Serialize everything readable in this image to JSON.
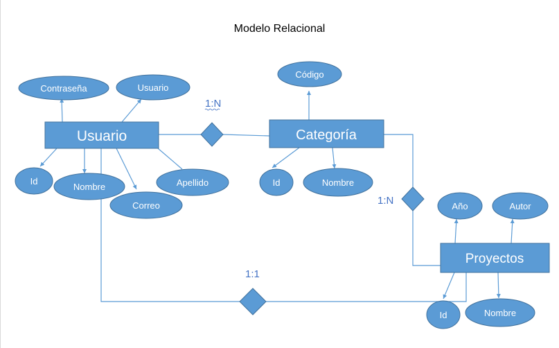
{
  "title": "Modelo Relacional",
  "colors": {
    "fill": "#5b9bd5",
    "stroke": "#41719c",
    "line": "#5b9bd5",
    "text": "#ffffff",
    "relation_label": "#4472c4"
  },
  "entities": {
    "usuario": "Usuario",
    "categoria": "Categoría",
    "proyectos": "Proyectos"
  },
  "attributes": {
    "usuario_contrasena": "Contraseña",
    "usuario_usuario": "Usuario",
    "usuario_id": "Id",
    "usuario_nombre": "Nombre",
    "usuario_correo": "Correo",
    "usuario_apellido": "Apellido",
    "categoria_codigo": "Código",
    "categoria_id": "Id",
    "categoria_nombre": "Nombre",
    "proyectos_ano": "Año",
    "proyectos_autor": "Autor",
    "proyectos_id": "Id",
    "proyectos_nombre": "Nombre"
  },
  "relationships": {
    "usuario_categoria": "1:N",
    "categoria_proyectos": "1:N",
    "usuario_proyectos": "1:1"
  }
}
